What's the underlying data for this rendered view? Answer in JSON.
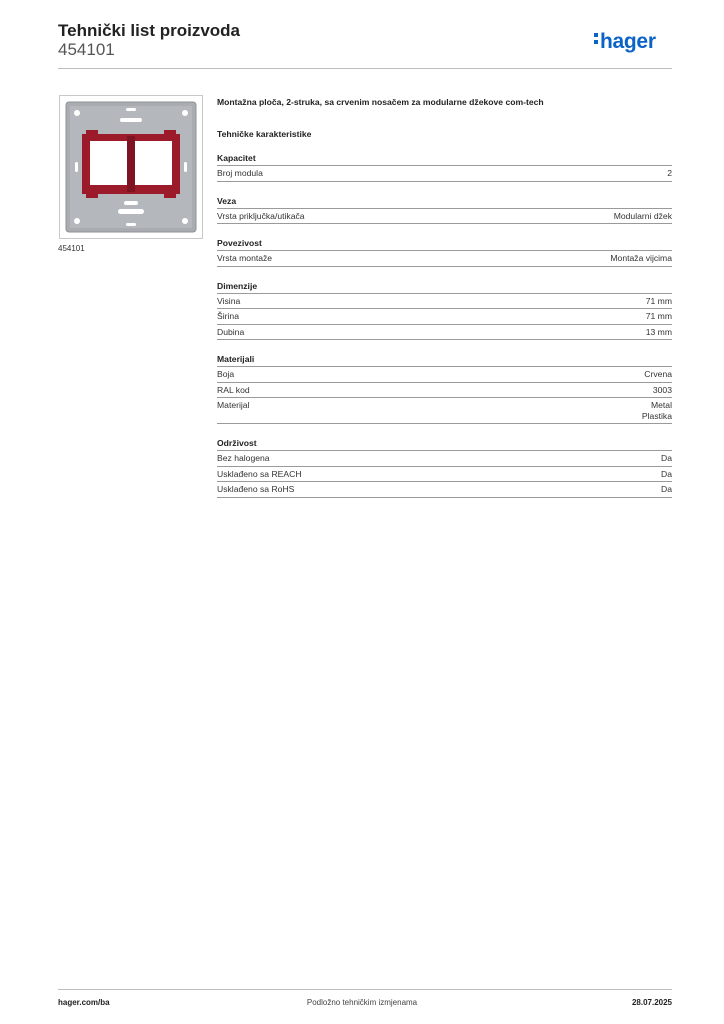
{
  "header": {
    "title": "Tehnički list proizvoda",
    "code": "454101",
    "logo_text": "hager"
  },
  "product": {
    "image_caption": "454101",
    "description": "Montažna ploča, 2-struka, sa crvenim nosačem za modularne džekove com-tech",
    "section_title": "Tehničke karakteristike"
  },
  "groups": [
    {
      "title": "Kapacitet",
      "rows": [
        {
          "label": "Broj modula",
          "value": [
            "2"
          ]
        }
      ]
    },
    {
      "title": "Veza",
      "rows": [
        {
          "label": "Vrsta priključka/utikača",
          "value": [
            "Modularni džek"
          ]
        }
      ]
    },
    {
      "title": "Povezivost",
      "rows": [
        {
          "label": "Vrsta montaže",
          "value": [
            "Montaža vijcima"
          ]
        }
      ]
    },
    {
      "title": "Dimenzije",
      "rows": [
        {
          "label": "Visina",
          "value": [
            "71 mm"
          ]
        },
        {
          "label": "Širina",
          "value": [
            "71 mm"
          ]
        },
        {
          "label": "Dubina",
          "value": [
            "13 mm"
          ]
        }
      ]
    },
    {
      "title": "Materijali",
      "rows": [
        {
          "label": "Boja",
          "value": [
            "Crvena"
          ]
        },
        {
          "label": "RAL kod",
          "value": [
            "3003"
          ]
        },
        {
          "label": "Materijal",
          "value": [
            "Metal",
            "Plastika"
          ]
        }
      ]
    },
    {
      "title": "Održivost",
      "rows": [
        {
          "label": "Bez halogena",
          "value": [
            "Da"
          ]
        },
        {
          "label": "Usklađeno sa REACH",
          "value": [
            "Da"
          ]
        },
        {
          "label": "Usklađeno sa RoHS",
          "value": [
            "Da"
          ]
        }
      ]
    }
  ],
  "footer": {
    "website": "hager.com/ba",
    "notice": "Podložno tehničkim izmjenama",
    "date": "28.07.2025"
  },
  "colors": {
    "brand": "#0b63c6",
    "carrier_red": "#9b1b2a",
    "plate_grey": "#a9adb1"
  }
}
